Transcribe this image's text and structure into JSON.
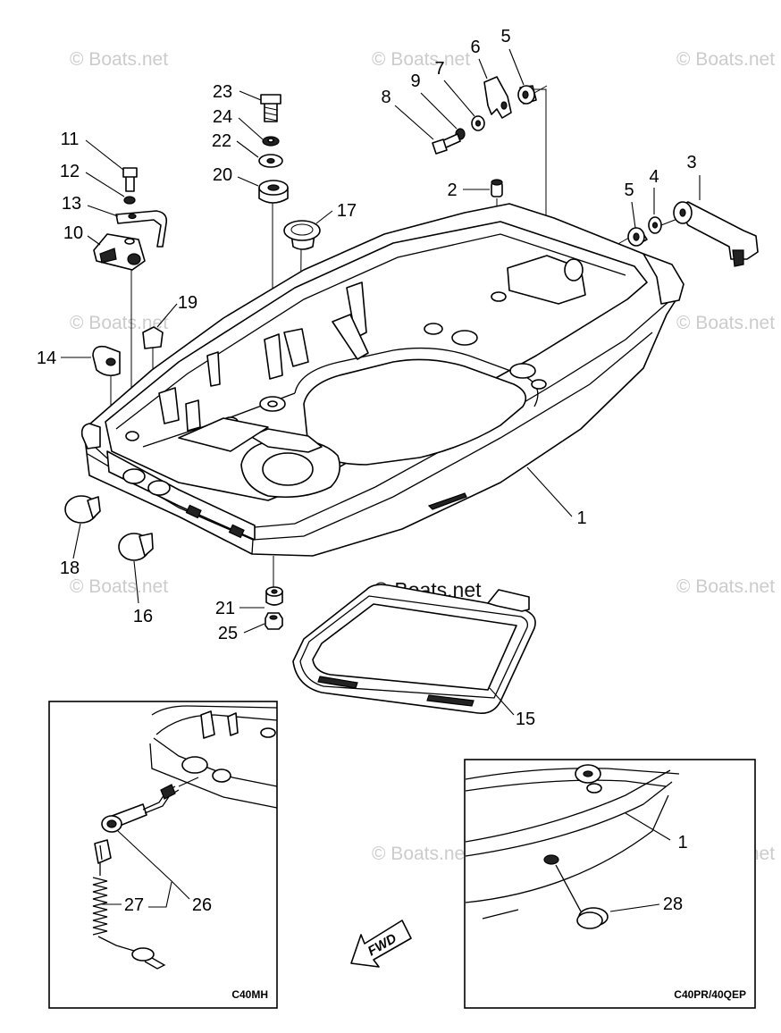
{
  "part_labels": [
    "1",
    "2",
    "3",
    "4",
    "5",
    "6",
    "7",
    "8",
    "9",
    "10",
    "11",
    "12",
    "13",
    "14",
    "15",
    "16",
    "17",
    "18",
    "19",
    "20",
    "21",
    "22",
    "23",
    "24",
    "25",
    "26",
    "27",
    "28"
  ],
  "watermark": "© Boats.net",
  "insets": {
    "left": {
      "model": "C40MH"
    },
    "right": {
      "model": "C40PR/40QEP"
    }
  },
  "fwd_arrow": {
    "label": "FWD"
  },
  "colors": {
    "line": "#000000",
    "watermark": "#cccccc",
    "background": "#ffffff"
  }
}
